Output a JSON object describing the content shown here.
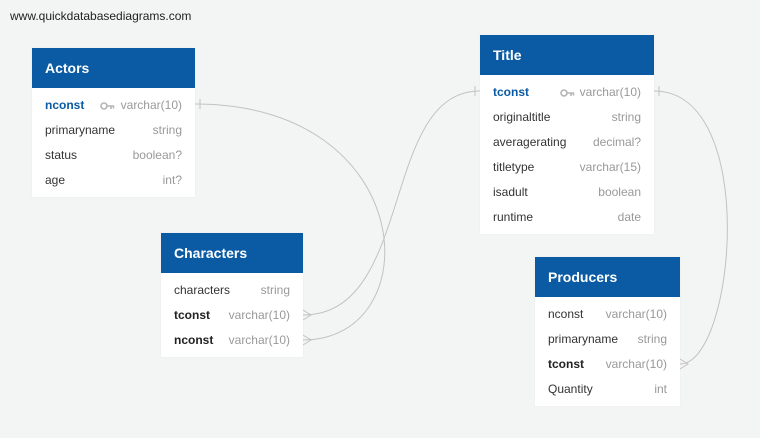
{
  "site": {
    "watermark": "www.quickdatabasediagrams.com"
  },
  "tables": {
    "actors": {
      "title": "Actors",
      "fields": [
        {
          "name": "nconst",
          "type": "varchar(10)",
          "key": "pk"
        },
        {
          "name": "primaryname",
          "type": "string",
          "key": ""
        },
        {
          "name": "status",
          "type": "boolean?",
          "key": ""
        },
        {
          "name": "age",
          "type": "int?",
          "key": ""
        }
      ]
    },
    "title": {
      "title": "Title",
      "fields": [
        {
          "name": "tconst",
          "type": "varchar(10)",
          "key": "pk"
        },
        {
          "name": "originaltitle",
          "type": "string",
          "key": ""
        },
        {
          "name": "averagerating",
          "type": "decimal?",
          "key": ""
        },
        {
          "name": "titletype",
          "type": "varchar(15)",
          "key": ""
        },
        {
          "name": "isadult",
          "type": "boolean",
          "key": ""
        },
        {
          "name": "runtime",
          "type": "date",
          "key": ""
        }
      ]
    },
    "characters": {
      "title": "Characters",
      "fields": [
        {
          "name": "characters",
          "type": "string",
          "key": ""
        },
        {
          "name": "tconst",
          "type": "varchar(10)",
          "key": "fk"
        },
        {
          "name": "nconst",
          "type": "varchar(10)",
          "key": "fk"
        }
      ]
    },
    "producers": {
      "title": "Producers",
      "fields": [
        {
          "name": "nconst",
          "type": "varchar(10)",
          "key": ""
        },
        {
          "name": "primaryname",
          "type": "string",
          "key": ""
        },
        {
          "name": "tconst",
          "type": "varchar(10)",
          "key": "fk"
        },
        {
          "name": "Quantity",
          "type": "int",
          "key": ""
        }
      ]
    }
  },
  "colors": {
    "header": "#0a5ba3",
    "primary_key": "#0a5ba3",
    "type_text": "#999999",
    "connector": "#c2c2c2",
    "background": "#f3f4f4"
  }
}
